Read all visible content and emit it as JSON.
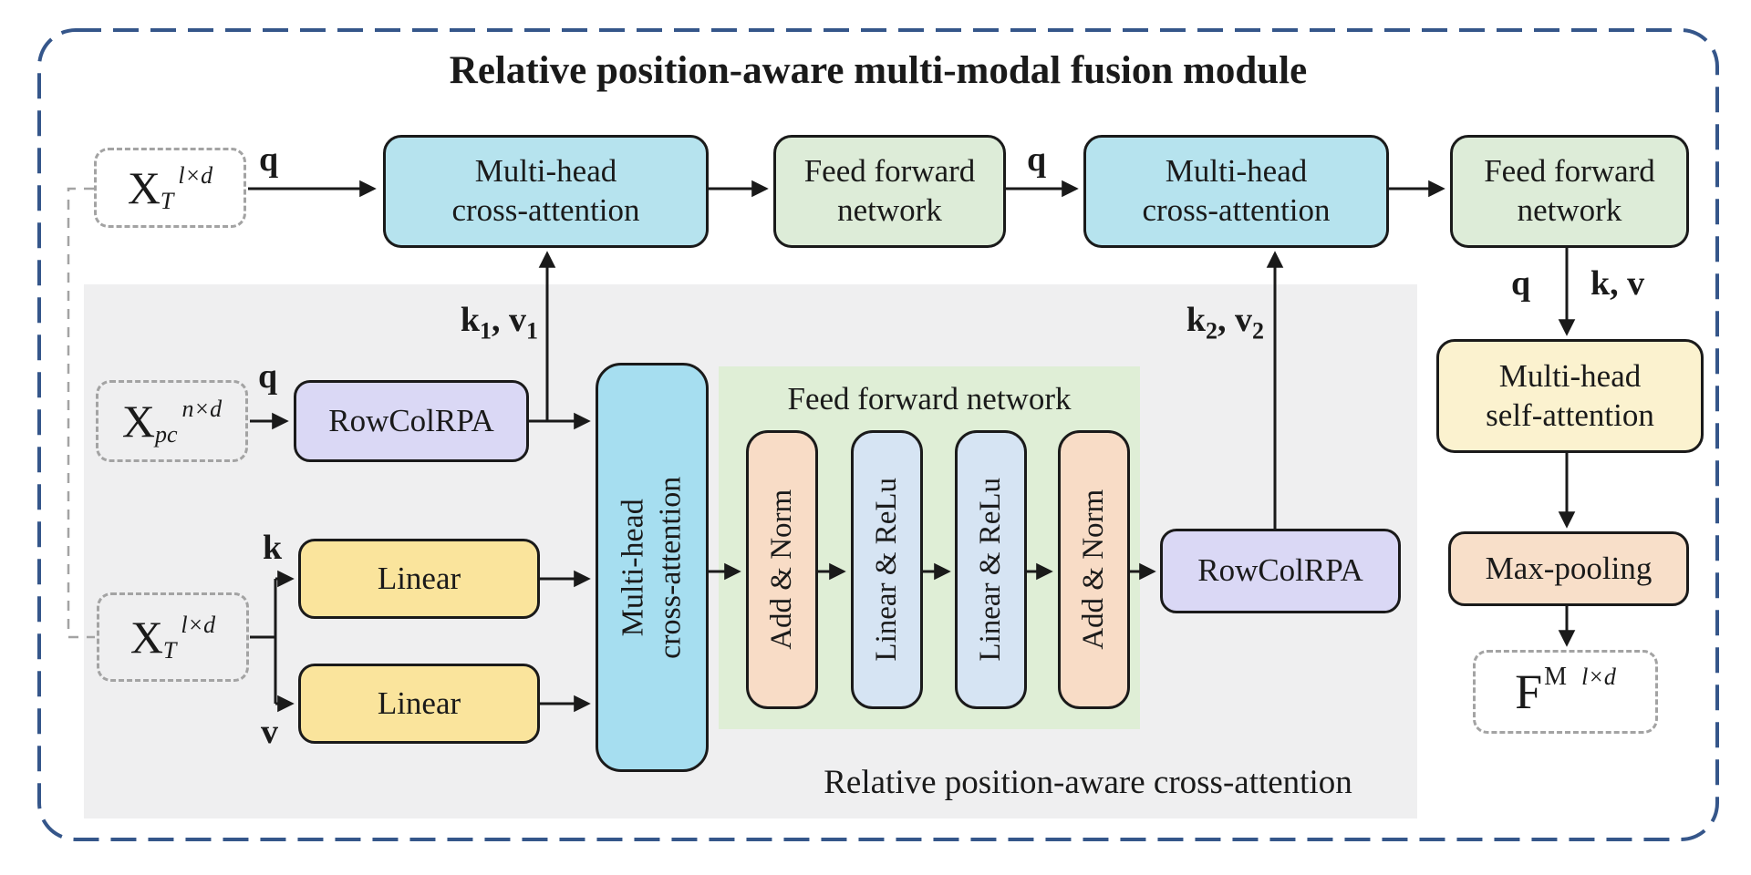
{
  "title": "Relative position-aware multi-modal fusion module",
  "colors": {
    "ink": "#1a1a1a",
    "frame": "#35568a",
    "dashgray": "#a3a3a3",
    "cyan": "#b6e3ee",
    "cyandeep": "#a6def0",
    "greenbox": "#ddecd8",
    "greenregion": "#dfeed6",
    "grayregion": "#efeff0",
    "yellow": "#fae49c",
    "cream": "#fbf2cf",
    "purple": "#dad8f5",
    "peach": "#f8dcc6",
    "blue": "#d6e4f3",
    "pink": "#f8dfc9"
  },
  "top_row": {
    "xt": {
      "base": "X",
      "sub": "T",
      "sup": "l×d"
    },
    "q1": "q",
    "mhca1": {
      "l1": "Multi-head",
      "l2": "cross-attention"
    },
    "ffn1": {
      "l1": "Feed forward",
      "l2": "network"
    },
    "q2": "q",
    "mhca2": {
      "l1": "Multi-head",
      "l2": "cross-attention"
    },
    "ffn2": {
      "l1": "Feed forward",
      "l2": "network"
    }
  },
  "rpa": {
    "region_label": "Relative position-aware cross-attention",
    "xpc": {
      "base": "X",
      "sub": "pc",
      "sup": "n×d"
    },
    "q": "q",
    "rowcolrpa1": "RowColRPA",
    "k1v1": {
      "k": "k",
      "ksub": "1",
      "sep": ", ",
      "v": "v",
      "vsub": "1"
    },
    "xt": {
      "base": "X",
      "sub": "T",
      "sup": "l×d"
    },
    "k": "k",
    "v": "v",
    "linear_k": "Linear",
    "linear_v": "Linear",
    "vmhca": {
      "l1": "Multi-head",
      "l2": "cross-attention"
    },
    "ffn": {
      "label": "Feed forward network",
      "add_norm_1": "Add & Norm",
      "linear_relu_1": "Linear & ReLu",
      "linear_relu_2": "Linear & ReLu",
      "add_norm_2": "Add & Norm"
    },
    "rowcolrpa2": "RowColRPA",
    "k2v2": {
      "k": "k",
      "ksub": "2",
      "sep": ", ",
      "v": "v",
      "vsub": "2"
    }
  },
  "right": {
    "q": "q",
    "kv": "k, v",
    "mhsa": {
      "l1": "Multi-head",
      "l2": "self-attention"
    },
    "maxpool": "Max-pooling",
    "fm": {
      "base": "F",
      "sup_m": "M",
      "sup_dim": "l×d"
    }
  }
}
